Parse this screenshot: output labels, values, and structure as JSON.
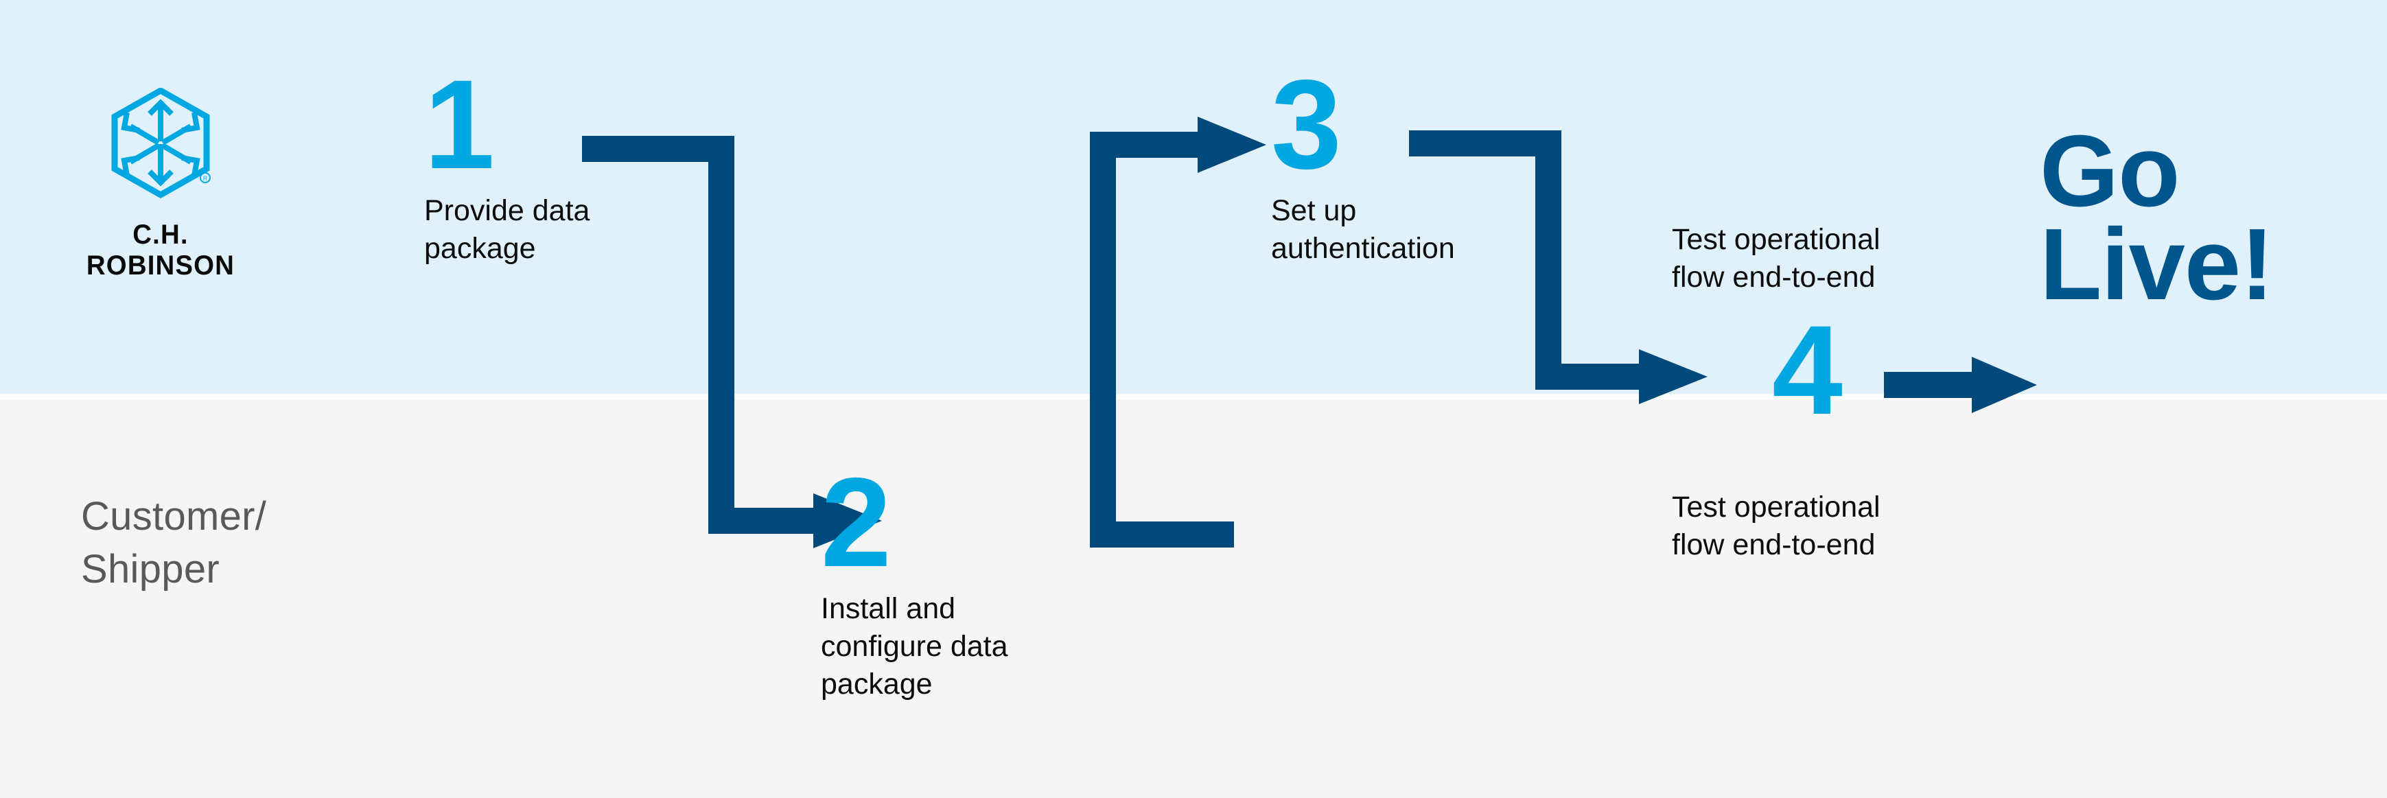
{
  "diagram": {
    "title": "Customer / Shipper onboarding flow",
    "colors": {
      "band_top": "#e1f1fb",
      "band_bottom": "#f5f5f5",
      "step_number": "#00a7e1",
      "connector": "#00497a",
      "go_live": "#00558c",
      "lane_label": "#58595b",
      "body_text": "#0d0d0d",
      "logo": "#00a7e1"
    }
  },
  "brand": {
    "logo_icon": "hexagon-cube-arrows-icon",
    "wordmark": "C.H. ROBINSON",
    "registered_mark": "®"
  },
  "lane": {
    "label": "Customer/\nShipper"
  },
  "steps": [
    {
      "number": "1",
      "label": "Provide data\npackage"
    },
    {
      "number": "2",
      "label": "Install and\nconfigure data\npackage"
    },
    {
      "number": "3",
      "label": "Set up\nauthentication"
    },
    {
      "number": "4",
      "label": "Test operational\nflow end-to-end"
    }
  ],
  "annotations": [
    {
      "id": "test-flow-top",
      "label": "Test operational\nflow end-to-end"
    }
  ],
  "outcome": {
    "label": "Go\nLive!"
  },
  "connectors": [
    {
      "id": "step1-to-step2",
      "from": "1",
      "to": "2",
      "shape": "right-down-right",
      "arrow": "right"
    },
    {
      "id": "step2-to-step3",
      "from": "2",
      "to": "3",
      "shape": "right-up-right",
      "arrow": "right"
    },
    {
      "id": "step3-to-step4",
      "from": "3",
      "to": "4",
      "shape": "right-down-right",
      "arrow": "right"
    },
    {
      "id": "step4-to-golive",
      "from": "4",
      "to": "Go Live!",
      "shape": "straight",
      "arrow": "right"
    }
  ]
}
